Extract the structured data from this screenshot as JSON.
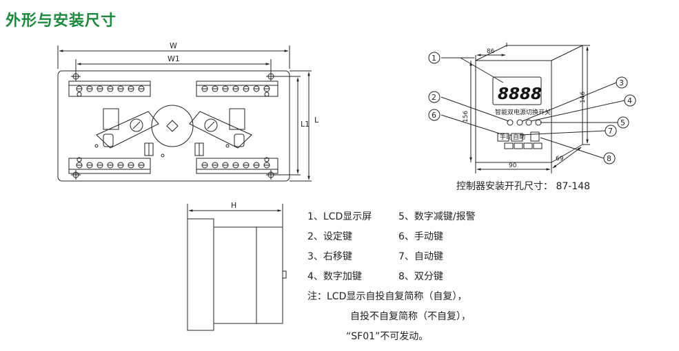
{
  "title": "外形与安装尺寸",
  "front_view": {
    "dim_W": "W",
    "dim_W1": "W1",
    "dim_L": "L",
    "dim_L1": "L1"
  },
  "side_view": {
    "dim_H": "H"
  },
  "controller": {
    "display": "8888",
    "brand_text": "智能双电源切换开关",
    "btn_manual": "手动",
    "btn_auto": "自动",
    "dim_86": "86",
    "dim_156": "156",
    "dim_146": "146",
    "dim_90": "90",
    "dim_69": "69",
    "callouts": [
      "1",
      "2",
      "3",
      "4",
      "5",
      "6",
      "7",
      "8"
    ]
  },
  "caption": "控制器安装开孔尺寸： 87-148",
  "legend": {
    "col1": [
      "1、LCD显示屏",
      "2、设定键",
      "3、右移键",
      "4、数字加键"
    ],
    "col2": [
      "5、数字减键/报警",
      "6、手动键",
      "7、自动键",
      "8、双分键"
    ],
    "note1": "注：LCD显示自投自复简称（自复），",
    "note2": "自投不自复简称（不自复），",
    "note3": "“SF01”不可发动。"
  }
}
